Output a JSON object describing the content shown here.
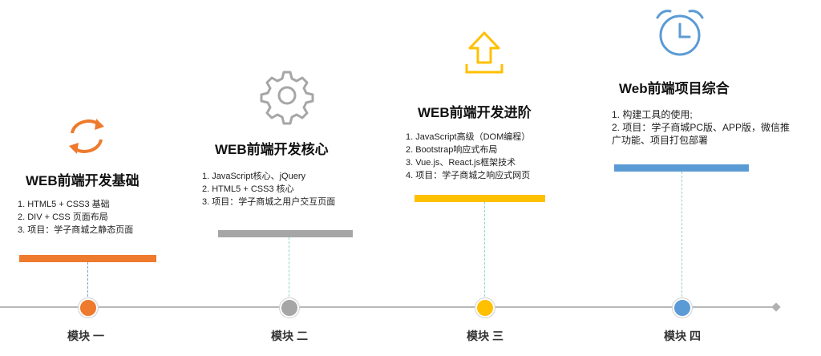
{
  "colors": {
    "orange": "#ee7a2d",
    "gray": "#a6a6a6",
    "yellow": "#ffc000",
    "blue": "#5b9bd5",
    "dashed": "#8fd3cf"
  },
  "modules": [
    {
      "title": "WEB前端开发基础",
      "items": [
        "1. HTML5 + CSS3 基础",
        "2. DIV + CSS 页面布局",
        "3. 项目：学子商城之静态页面"
      ],
      "label": "模块 一",
      "icon": "refresh-icon",
      "color": "#ee7a2d"
    },
    {
      "title": "WEB前端开发核心",
      "items": [
        "1. JavaScript核心、jQuery",
        "2. HTML5 + CSS3 核心",
        "3. 项目：学子商城之用户交互页面"
      ],
      "label": "模块 二",
      "icon": "gear-icon",
      "color": "#a6a6a6"
    },
    {
      "title": "WEB前端开发进阶",
      "items": [
        "1. JavaScript高级（DOM编程）",
        "2. Bootstrap响应式布局",
        "3. Vue.js、React.js框架技术",
        "4. 项目：学子商城之响应式网页"
      ],
      "label": "模块 三",
      "icon": "upload-arrow-icon",
      "color": "#ffc000"
    },
    {
      "title": "Web前端项目综合",
      "items": [
        "1. 构建工具的使用;",
        "2. 项目：学子商城PC版、APP版，微信推",
        "广功能、项目打包部署"
      ],
      "label": "模块 四",
      "icon": "alarm-clock-icon",
      "color": "#5b9bd5"
    }
  ]
}
